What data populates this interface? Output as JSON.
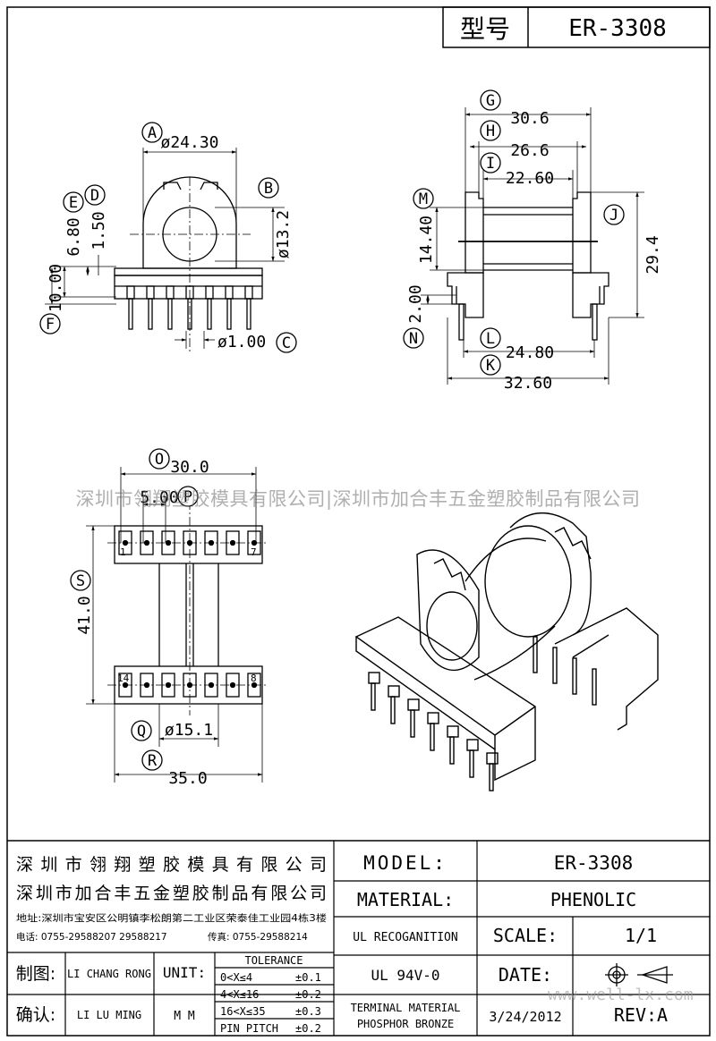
{
  "header": {
    "model_label": "型号",
    "model_value": "ER-3308"
  },
  "front_view": {
    "dim_outer_dia": "ø24.30",
    "dim_flange_top": "6.80",
    "dim_flange_thk": "1.50",
    "dim_bore_dia": "ø13.2",
    "dim_base_height": "10.00",
    "dim_pin_dia": "ø1.00",
    "callouts": [
      "A",
      "D",
      "E",
      "B",
      "F",
      "C"
    ]
  },
  "side_view": {
    "dim_g": "30.6",
    "dim_h": "26.6",
    "dim_i": "22.60",
    "dim_m": "14.40",
    "dim_j": "29.4",
    "dim_n": "2.00",
    "dim_l": "24.80",
    "dim_k": "32.60",
    "callouts": [
      "G",
      "H",
      "I",
      "M",
      "J",
      "N",
      "L",
      "K"
    ]
  },
  "bottom_view": {
    "dim_o": "30.0",
    "dim_p": "5.00",
    "dim_s": "41.0",
    "dim_q": "ø15.1",
    "dim_r": "35.0",
    "pin_labels": [
      "1",
      "7",
      "14",
      "8"
    ],
    "callouts": [
      "O",
      "P",
      "S",
      "Q",
      "R"
    ]
  },
  "watermark": "深圳市翎翔塑胶模具有限公司|深圳市加合丰五金塑胶制品有限公司",
  "watermark2": "www.well-lx.com",
  "title_block": {
    "company1": "深圳市翎翔塑胶模具有限公司",
    "company2": "深圳市加合丰五金塑胶制品有限公司",
    "address": "地址:深圳市宝安区公明镇李松朗第二工业区荣泰佳工业园4栋3楼",
    "phone": "电话: 0755-29588207 29588217",
    "fax": "传真: 0755-29588214",
    "model_label": "MODEL:",
    "model_value": "ER-3308",
    "material_label": "MATERIAL:",
    "material_value": "PHENOLIC",
    "ul_label": "UL RECOGANITION",
    "ul_value": "UL 94V-0",
    "scale_label": "SCALE:",
    "scale_value": "1/1",
    "date_label": "DATE:",
    "date_value": "3/24/2012",
    "terminal_line1": "TERMINAL MATERIAL",
    "terminal_line2": "PHOSPHOR  BRONZE",
    "rev": "REV:A",
    "drawn_label": "制图:",
    "drawn_by": "LI CHANG RONG",
    "checked_label": "确认:",
    "checked_by": "LI LU MING",
    "unit_label": "UNIT:",
    "unit_value": "M M",
    "tolerance_title": "TOLERANCE",
    "tolerance": [
      {
        "range": "0<X≤4",
        "tol": "±0.1"
      },
      {
        "range": "4<X≤16",
        "tol": "±0.2"
      },
      {
        "range": "16<X≤35",
        "tol": "±0.3"
      },
      {
        "range": "PIN PITCH",
        "tol": "±0.2"
      }
    ]
  }
}
